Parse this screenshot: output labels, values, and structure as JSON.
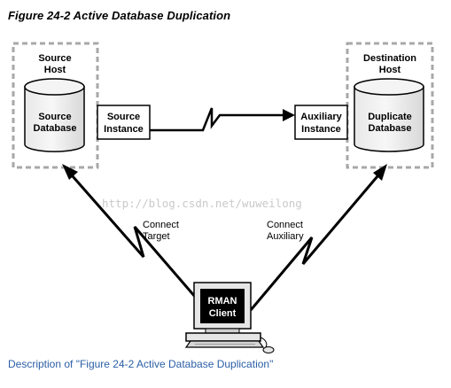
{
  "figure_title": "Figure 24-2 Active Database Duplication",
  "source_host": {
    "label_line1": "Source",
    "label_line2": "Host",
    "database_line1": "Source",
    "database_line2": "Database",
    "instance_line1": "Source",
    "instance_line2": "Instance"
  },
  "destination_host": {
    "label_line1": "Destination",
    "label_line2": "Host",
    "database_line1": "Duplicate",
    "database_line2": "Database",
    "instance_line1": "Auxiliary",
    "instance_line2": "Instance"
  },
  "connections": {
    "target_line1": "Connect",
    "target_line2": "Target",
    "auxiliary_line1": "Connect",
    "auxiliary_line2": "Auxiliary"
  },
  "client": {
    "label_line1": "RMAN",
    "label_line2": "Client"
  },
  "watermark": "http://blog.csdn.net/wuweilong",
  "caption_link": "Description of \"Figure 24-2 Active Database Duplication\""
}
